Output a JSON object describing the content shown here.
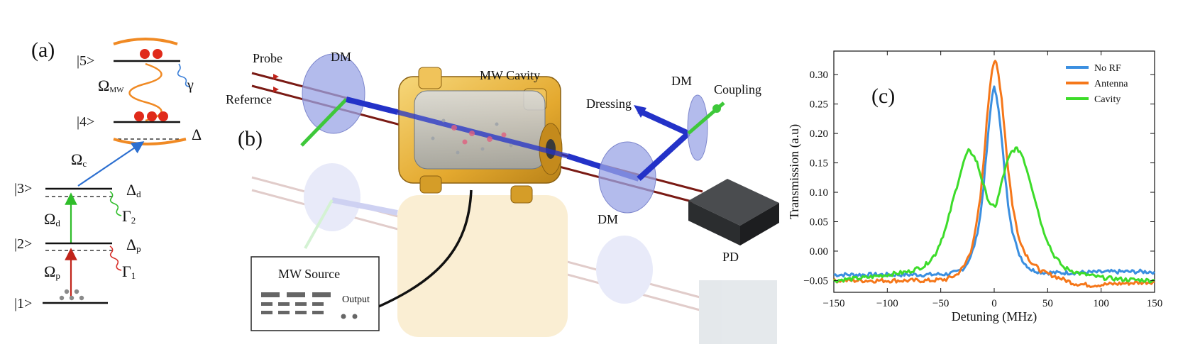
{
  "panels": {
    "a": "(a)",
    "b": "(b)",
    "c": "(c)"
  },
  "levels": {
    "l1": "|1>",
    "l2": "|2>",
    "l3": "|3>",
    "l4": "|4>",
    "l5": "|5>"
  },
  "scheme_labels": {
    "omega_mw": "Ω",
    "omega_mw_sub": "MW",
    "gamma": "γ",
    "delta": "Δ",
    "omega_c": "Ω",
    "omega_c_sub": "c",
    "delta_d": "Δ",
    "delta_d_sub": "d",
    "omega_d": "Ω",
    "omega_d_sub": "d",
    "gamma2": "Γ",
    "gamma2_sub": "2",
    "delta_p": "Δ",
    "delta_p_sub": "p",
    "omega_p": "Ω",
    "omega_p_sub": "p",
    "gamma1": "Γ",
    "gamma1_sub": "1"
  },
  "setup_labels": {
    "probe": "Probe",
    "reference": "Refernce",
    "dm_top_left": "DM",
    "mw_cavity": "MW Cavity",
    "dm_top_right": "DM",
    "coupling": "Coupling",
    "dressing": "Dressing",
    "dm_bottom": "DM",
    "pd": "PD",
    "mw_source": "MW Source",
    "output": "Output"
  },
  "colors": {
    "blue_beam": "#2332c8",
    "red_beam": "#7a1a14",
    "green_beam": "#3ec83a",
    "gold": "#e9b43a",
    "orange": "#f08a24",
    "dm_glass": "#9aa4e6",
    "pd_box": "#2b2d2f",
    "series_blue": "#3b8fe0",
    "series_orange": "#f5771a",
    "series_green": "#3ddc2a"
  },
  "chart_data": {
    "type": "line",
    "title": "",
    "xlabel": "Detuning  (MHz)",
    "ylabel": "Transmission  (a.u)",
    "xlim": [
      -150,
      150
    ],
    "ylim": [
      -0.07,
      0.34
    ],
    "xticks": [
      -150,
      -100,
      -50,
      0,
      50,
      100,
      150
    ],
    "yticks": [
      -0.05,
      0.0,
      0.05,
      0.1,
      0.15,
      0.2,
      0.25,
      0.3
    ],
    "ytick_labels": [
      "−0.05",
      "0.00",
      "0.05",
      "0.10",
      "0.15",
      "0.20",
      "0.25",
      "0.30"
    ],
    "xtick_labels": [
      "−150",
      "−100",
      "−50",
      "0",
      "50",
      "100",
      "150"
    ],
    "grid": false,
    "legend_position": "top-right",
    "series": [
      {
        "name": "No RF",
        "color": "#3b8fe0",
        "x": [
          -150,
          -120,
          -90,
          -60,
          -45,
          -35,
          -28,
          -22,
          -17,
          -13,
          -10,
          -7,
          -4,
          -2,
          0,
          2,
          4,
          7,
          10,
          13,
          17,
          22,
          28,
          35,
          45,
          60,
          90,
          120,
          150
        ],
        "y": [
          -0.04,
          -0.04,
          -0.04,
          -0.04,
          -0.039,
          -0.036,
          -0.028,
          -0.01,
          0.02,
          0.06,
          0.11,
          0.17,
          0.23,
          0.265,
          0.277,
          0.268,
          0.24,
          0.19,
          0.13,
          0.08,
          0.035,
          0.0,
          -0.02,
          -0.032,
          -0.036,
          -0.037,
          -0.036,
          -0.035,
          -0.035
        ]
      },
      {
        "name": "Antenna",
        "color": "#f5771a",
        "x": [
          -150,
          -120,
          -90,
          -60,
          -45,
          -35,
          -28,
          -22,
          -17,
          -13,
          -10,
          -7,
          -4,
          -2,
          0,
          2,
          4,
          7,
          10,
          13,
          17,
          22,
          28,
          35,
          45,
          60,
          75,
          90,
          120,
          150
        ],
        "y": [
          -0.05,
          -0.05,
          -0.05,
          -0.05,
          -0.048,
          -0.04,
          -0.025,
          0.0,
          0.04,
          0.09,
          0.15,
          0.22,
          0.28,
          0.31,
          0.322,
          0.318,
          0.3,
          0.26,
          0.2,
          0.14,
          0.08,
          0.03,
          0.0,
          -0.02,
          -0.035,
          -0.045,
          -0.055,
          -0.058,
          -0.055,
          -0.052
        ]
      },
      {
        "name": "Cavity",
        "color": "#3ddc2a",
        "x": [
          -150,
          -120,
          -100,
          -80,
          -65,
          -55,
          -45,
          -38,
          -32,
          -27,
          -24,
          -20,
          -16,
          -12,
          -8,
          -5,
          -2,
          0,
          2,
          5,
          8,
          12,
          16,
          20,
          24,
          27,
          32,
          38,
          45,
          55,
          65,
          80,
          100,
          120,
          150
        ],
        "y": [
          -0.05,
          -0.045,
          -0.04,
          -0.035,
          -0.025,
          -0.005,
          0.04,
          0.09,
          0.13,
          0.16,
          0.17,
          0.165,
          0.15,
          0.125,
          0.1,
          0.085,
          0.077,
          0.075,
          0.08,
          0.1,
          0.125,
          0.15,
          0.168,
          0.174,
          0.17,
          0.16,
          0.13,
          0.09,
          0.04,
          -0.005,
          -0.028,
          -0.038,
          -0.045,
          -0.048,
          -0.05
        ]
      }
    ]
  }
}
